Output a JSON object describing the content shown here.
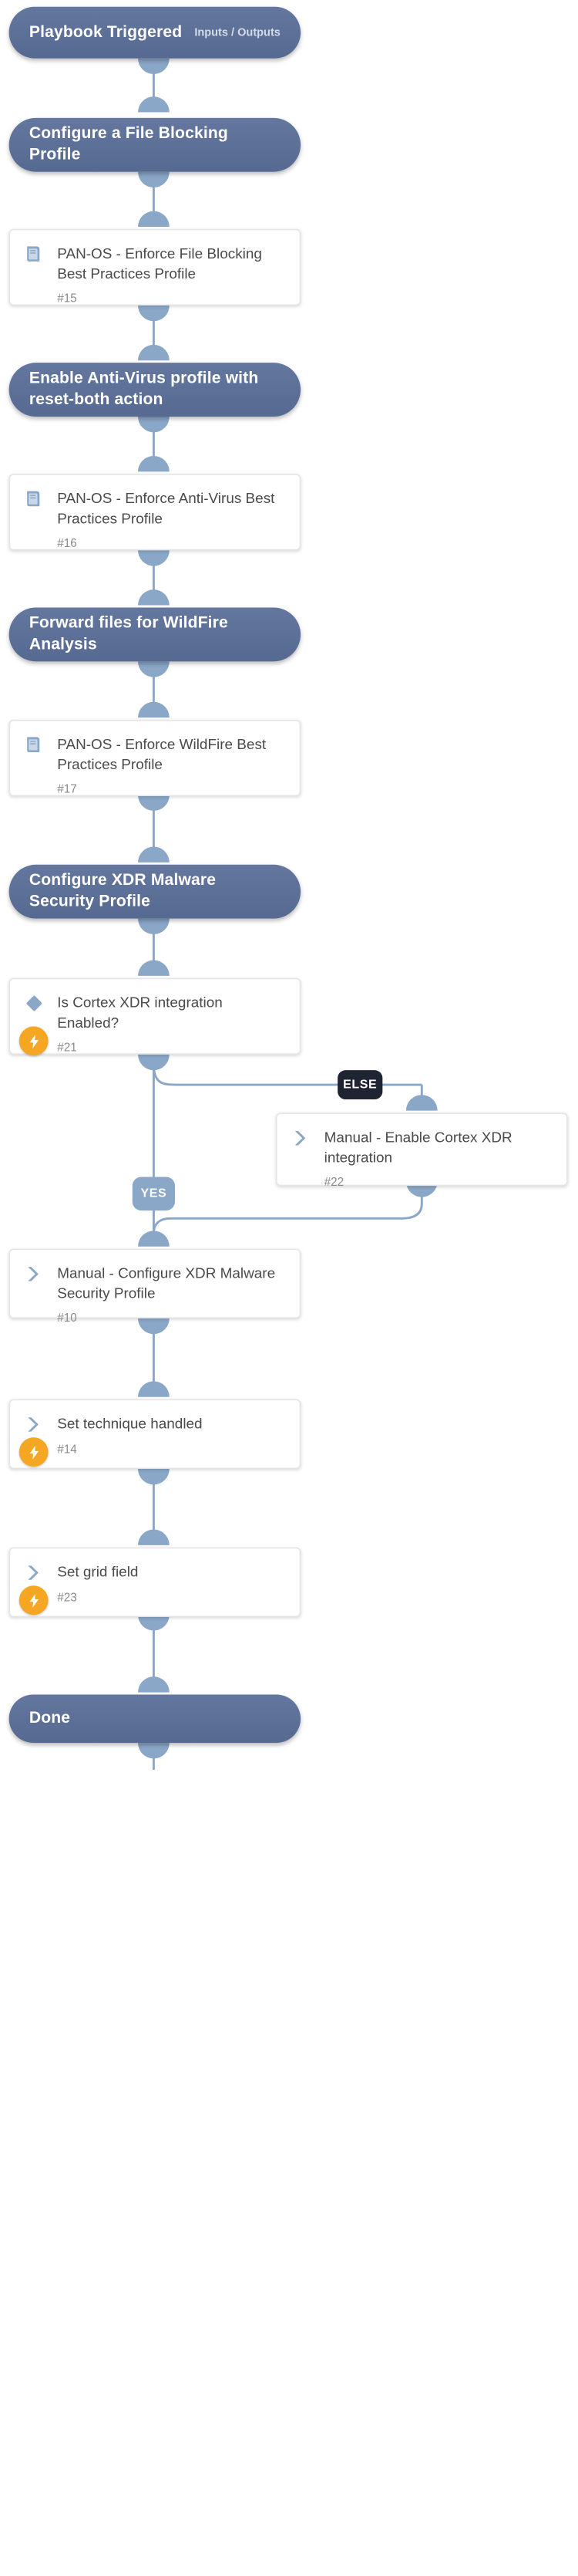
{
  "diagram": {
    "type": "playbook-flow",
    "accent_blue": "#5b6f9a",
    "connector_blue": "#8ba7c8",
    "badge_orange": "#f5a623",
    "chip_else_bg": "#1e2431",
    "chip_yes_bg": "#8ba7c8"
  },
  "start": {
    "title": "Playbook Triggered",
    "aux": "Inputs / Outputs"
  },
  "sections": [
    {
      "title": "Configure a File Blocking Profile"
    },
    {
      "title": "Enable Anti-Virus profile with reset-both action"
    },
    {
      "title": "Forward files for WildFire Analysis"
    },
    {
      "title": "Configure XDR Malware Security Profile"
    }
  ],
  "tasks": [
    {
      "title": "PAN-OS - Enforce File Blocking Best Practices Profile",
      "id": "#15",
      "icon": "book-icon",
      "badge": null
    },
    {
      "title": "PAN-OS - Enforce Anti-Virus Best Practices Profile",
      "id": "#16",
      "icon": "book-icon",
      "badge": null
    },
    {
      "title": "PAN-OS - Enforce WildFire Best Practices Profile",
      "id": "#17",
      "icon": "book-icon",
      "badge": null
    },
    {
      "title": "Is Cortex XDR integration Enabled?",
      "id": "#21",
      "icon": "diamond-icon",
      "badge": "lightning-badge"
    },
    {
      "title": "Manual - Enable Cortex XDR integration",
      "id": "#22",
      "icon": "chevron-double-right-icon",
      "badge": null
    },
    {
      "title": "Manual - Configure XDR Malware Security Profile",
      "id": "#10",
      "icon": "chevron-double-right-icon",
      "badge": null
    },
    {
      "title": "Set technique handled",
      "id": "#14",
      "icon": "chevron-double-right-icon",
      "badge": "lightning-badge"
    },
    {
      "title": "Set grid field",
      "id": "#23",
      "icon": "chevron-double-right-icon",
      "badge": "lightning-badge"
    }
  ],
  "branch_labels": {
    "else": "ELSE",
    "yes": "YES"
  },
  "end": {
    "title": "Done"
  }
}
